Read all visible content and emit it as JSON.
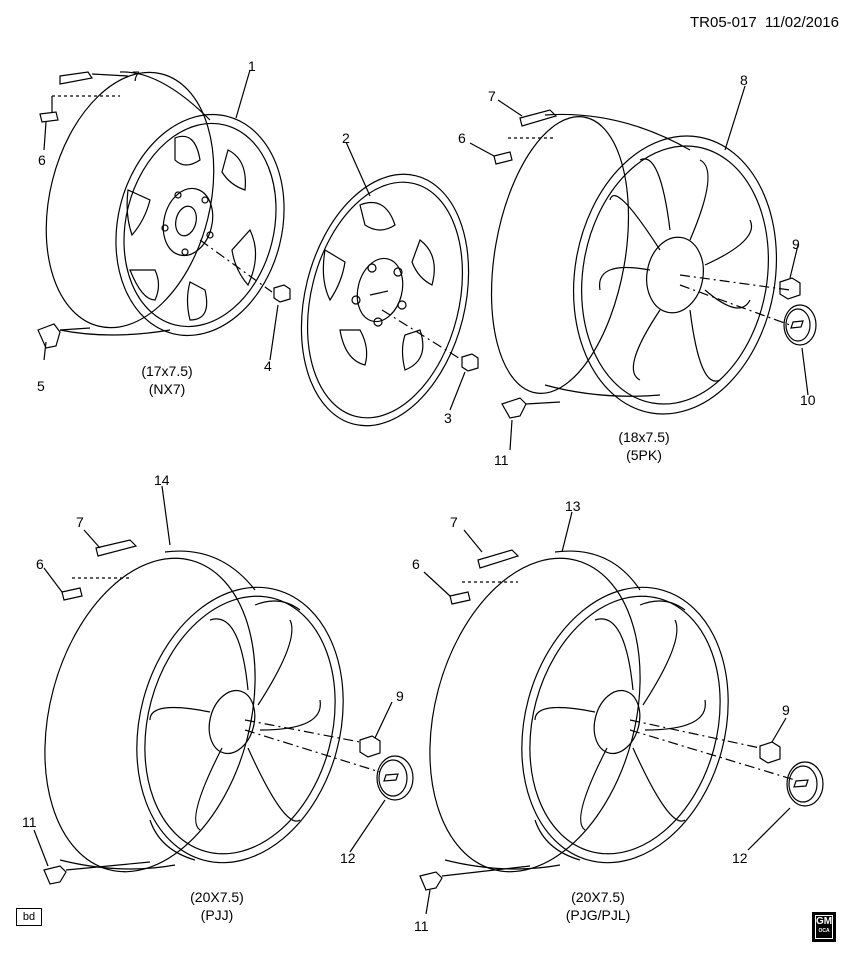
{
  "header": {
    "doc_id": "TR05-017",
    "date": "11/02/2016"
  },
  "corner_tag": "bd",
  "logo": {
    "text": "GM",
    "sub": "OCA"
  },
  "wheels": [
    {
      "size": "(17x7.5)",
      "code": "(NX7)"
    },
    {
      "size": "(18x7.5)",
      "code": "(5PK)"
    },
    {
      "size": "(20X7.5)",
      "code": "(PJJ)"
    },
    {
      "size": "(20X7.5)",
      "code": "(PJG/PJL)"
    }
  ],
  "callouts": {
    "w1_1": "1",
    "w1_2": "2",
    "w1_3": "3",
    "w1_4": "4",
    "w1_5": "5",
    "w1_6": "6",
    "w1_7": "7",
    "w2_6": "6",
    "w2_7": "7",
    "w2_8": "8",
    "w2_9": "9",
    "w2_10": "10",
    "w2_11": "11",
    "w3_6": "6",
    "w3_7": "7",
    "w3_9": "9",
    "w3_11": "11",
    "w3_12": "12",
    "w3_14": "14",
    "w4_6": "6",
    "w4_7": "7",
    "w4_9": "9",
    "w4_11": "11",
    "w4_12": "12",
    "w4_13": "13"
  },
  "icons": [
    "steel-wheel-icon",
    "wheel-cover-icon",
    "lug-nut-icon",
    "tpms-sensor-icon",
    "balance-weight-icon",
    "center-cap-icon",
    "alloy-wheel-icon",
    "gm-logo-icon"
  ]
}
